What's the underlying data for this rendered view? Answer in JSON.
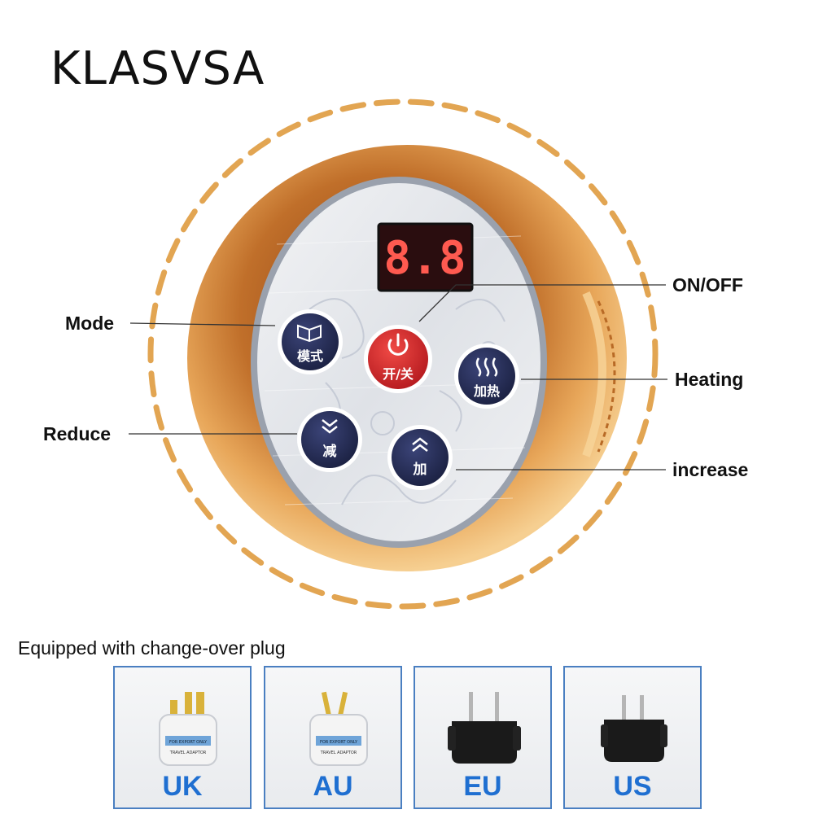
{
  "brand": {
    "name": "KLASVSA"
  },
  "display": {
    "readout": "8.8"
  },
  "controls": {
    "mode": {
      "glyph": "模式",
      "callout": "Mode"
    },
    "power": {
      "glyph": "开/关",
      "callout": "ON/OFF"
    },
    "heating": {
      "glyph": "加热",
      "callout": "Heating"
    },
    "reduce": {
      "glyph": "减",
      "callout": "Reduce"
    },
    "increase": {
      "glyph": "加",
      "callout": "increase"
    }
  },
  "plugs": {
    "heading": "Equipped with change-over plug",
    "types": [
      {
        "label": "UK",
        "adapter_text": "FOR EXPORT ONLY",
        "adapter_text2": "TRAVEL ADAPTOR"
      },
      {
        "label": "AU",
        "adapter_text": "FOR EXPORT ONLY",
        "adapter_text2": "TRAVEL ADAPTOR"
      },
      {
        "label": "EU"
      },
      {
        "label": "US"
      }
    ]
  },
  "colors": {
    "dashed_ring": "#e2a552",
    "bronze": "#c9782c",
    "button_navy": "#242b52",
    "power_red": "#d8262a",
    "plug_label": "#1f6fd1",
    "card_border": "#4a7fc1"
  }
}
